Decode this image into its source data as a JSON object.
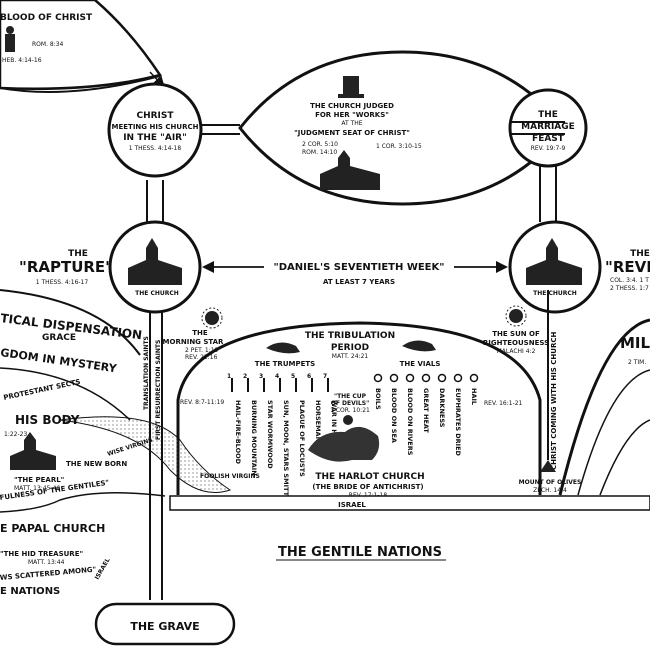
{
  "top_left": {
    "title": "BLOOD OF CHRIST",
    "ref1": "ROM. 8:34",
    "ref2": "HEB. 4:14-16"
  },
  "meeting": {
    "line1": "CHRIST",
    "line2": "MEETING HIS CHURCH",
    "line3": "IN THE \"AIR\"",
    "ref": "1 THESS. 4:14-18"
  },
  "judgment": {
    "line1": "THE CHURCH JUDGED",
    "line2": "FOR HER \"WORKS\"",
    "line3": "AT THE",
    "line4": "\"JUDGMENT SEAT OF CHRIST\"",
    "ref1": "2 COR. 5:10",
    "ref2": "ROM. 14:10",
    "ref3": "1 COR. 3:10-15"
  },
  "marriage": {
    "line1": "THE",
    "line2": "MARRIAGE",
    "line3": "FEAST",
    "ref": "REV. 19:7-9"
  },
  "rapture": {
    "line1": "THE",
    "line2": "\"RAPTURE\"",
    "ref": "1 THESS. 4:16-17",
    "church": "THE CHURCH"
  },
  "seventieth": {
    "line1": "\"DANIEL'S SEVENTIETH WEEK\"",
    "line2": "AT LEAST 7 YEARS"
  },
  "revelation": {
    "line1": "THE",
    "line2": "\"REVEL",
    "ref1": "COL. 3:4. 1 T",
    "ref2": "2 THESS. 1:7",
    "church": "THE CHURCH"
  },
  "morning_star": {
    "line1": "THE",
    "line2": "MORNING STAR",
    "ref1": "2 PET. 1:19",
    "ref2": "REV. 22:16"
  },
  "tribulation": {
    "line1": "THE TRIBULATION",
    "line2": "PERIOD",
    "ref": "MATT. 24:21"
  },
  "sun": {
    "line1": "THE SUN OF",
    "line2": "RIGHTEOUSNESS",
    "ref": "MALACHI 4:2"
  },
  "millennium": {
    "text": "MILL",
    "ref": "2 TIM."
  },
  "trumpets": {
    "label": "THE TRUMPETS",
    "numbers": [
      "1",
      "2",
      "3",
      "4",
      "5",
      "6",
      "7"
    ],
    "ref": "REV. 8:7-11:19",
    "items": [
      "HAIL-FIRE-BLOOD",
      "BURNING MOUNTAIN",
      "STAR WORMWOOD",
      "SUN, MOON, STARS SMITTEN",
      "PLAGUE OF LOCUSTS",
      "HORSEMAN",
      "WAR IN HEAVEN"
    ]
  },
  "vials": {
    "label": "THE VIALS",
    "ref": "REV. 16:1-21",
    "items": [
      "BOILS",
      "BLOOD ON SEA",
      "BLOOD ON RIVERS",
      "GREAT HEAT",
      "DARKNESS",
      "EUPHRATES DRIED",
      "HAIL"
    ]
  },
  "cup": {
    "line1": "\"THE CUP",
    "line2": "OF DEVILS\"",
    "ref": "1 COR. 10:21"
  },
  "harlot": {
    "line1": "THE HARLOT CHURCH",
    "line2": "(THE BRIDE OF ANTICHRIST)",
    "ref": "REV. 17:1-18"
  },
  "left": {
    "dispensation": "TICAL DISPENSATION",
    "grace": "GRACE",
    "kingdom": "GDOM IN MYSTERY",
    "sects": "PROTESTANT SECTS",
    "body": "HIS BODY",
    "body_ref": "1:22-23",
    "pearl": "\"THE PEARL\"",
    "pearl_ref": "MATT. 13:45-46",
    "newborn": "THE NEW BORN",
    "fullness": "FULNESS OF THE GENTILES\"",
    "papal": "E PAPAL CHURCH",
    "treasure": "\"THE HID TREASURE\"",
    "treasure_ref": "MATT. 13:44",
    "scattered": "WS SCATTERED AMONG\"",
    "nations": "E NATIONS",
    "israel_slant": "ISRAEL",
    "wise": "WISE VIRGINS",
    "foolish": "FOOLISH VIRGINS"
  },
  "columns": {
    "translation": "TRANSLATION SAINTS",
    "resurrection": "FIRST RESURRECTION SAINTS",
    "christ_coming": "CHRIST COMING WITH HIS CHURCH"
  },
  "olives": {
    "label": "MOUNT OF OLIVES",
    "ref": "ZECH. 14:4"
  },
  "israel": "ISRAEL",
  "gentile": "THE GENTILE NATIONS",
  "grave": "THE GRAVE"
}
